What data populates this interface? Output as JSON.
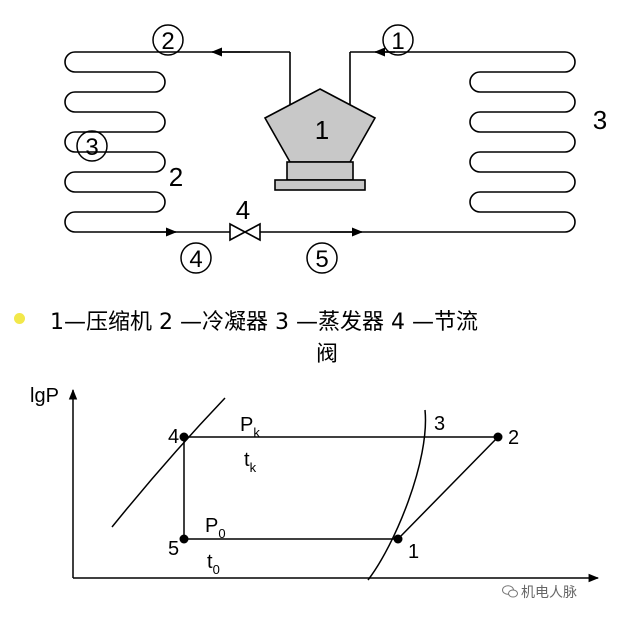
{
  "top_diagram": {
    "circled_labels": [
      "②",
      "①",
      "③",
      "④",
      "⑤"
    ],
    "plain_labels": {
      "compressor": "1",
      "condenser": "2",
      "evaporator": "3",
      "valve": "4"
    }
  },
  "caption": {
    "line1": "1—压缩机  2 —冷凝器 3 —蒸发器 4 —节流",
    "line2": "阀"
  },
  "ph_chart": {
    "y_axis_label": "lgP",
    "points": {
      "p1": "1",
      "p2": "2",
      "p3": "3",
      "p4": "4",
      "p5": "5"
    },
    "labels": {
      "pk": "P",
      "pk_sub": "k",
      "tk": "t",
      "tk_sub": "k",
      "p0": "P",
      "p0_sub": "0",
      "t0": "t",
      "t0_sub": "0"
    }
  },
  "watermark": "机电人脉"
}
